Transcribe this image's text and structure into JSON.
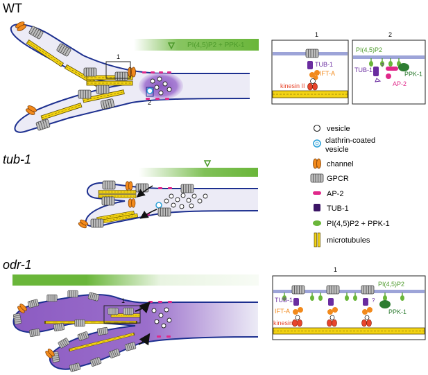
{
  "panels": {
    "wt": {
      "title": "WT",
      "gradient_label": "PI(4,5)P2 + PPK-1",
      "box1_number": "1",
      "box2_number": "2"
    },
    "tub1": {
      "title": "tub-1"
    },
    "odr1": {
      "title": "odr-1",
      "box1_number": "1"
    }
  },
  "insets": {
    "wt_1": {
      "number": "1",
      "labels": {
        "tub": "TUB-1",
        "ifta": "IFT-A",
        "kinesin": "kinesin II"
      }
    },
    "wt_2": {
      "number": "2",
      "labels": {
        "pip2": "PI(4,5)P2",
        "tub": "TUB-1",
        "question": "?",
        "ppk": "PPK-1",
        "ap2": "AP-2"
      }
    },
    "odr1_1": {
      "number": "1",
      "labels": {
        "pip2": "PI(4,5)P2",
        "tub": "TUB-1",
        "question": "?",
        "ppk": "PPK-1",
        "ifta": "IFT-A",
        "kinesin": "kinesin II"
      }
    }
  },
  "legend": {
    "items": [
      {
        "key": "vesicle",
        "label": "vesicle"
      },
      {
        "key": "clathrin",
        "label": "clathrin-coated vesicle"
      },
      {
        "key": "channel",
        "label": "channel"
      },
      {
        "key": "gpcr",
        "label": "GPCR"
      },
      {
        "key": "ap2",
        "label": "AP-2"
      },
      {
        "key": "tub1",
        "label": "TUB-1"
      },
      {
        "key": "pip2",
        "label": "PI(4,5)P2 + PPK-1"
      },
      {
        "key": "microtubules",
        "label": "microtubules"
      }
    ]
  },
  "colors": {
    "membrane": "#1c2f8f",
    "cilium_fill": "#ecebf6",
    "odr1_fill": "#8c5bc2",
    "gradient_green": "#6ab63a",
    "ap2_pink": "#e0288a",
    "tub1_purple": "#6a2ca0",
    "ift_orange": "#f28a1c",
    "kinesin_red": "#e8452c",
    "microtubule_yellow": "#f3d313",
    "gpcr_gray": "#8c8c8c",
    "clathrin_blue": "#2aa0d8",
    "inset_membrane": "#9da4d8"
  }
}
